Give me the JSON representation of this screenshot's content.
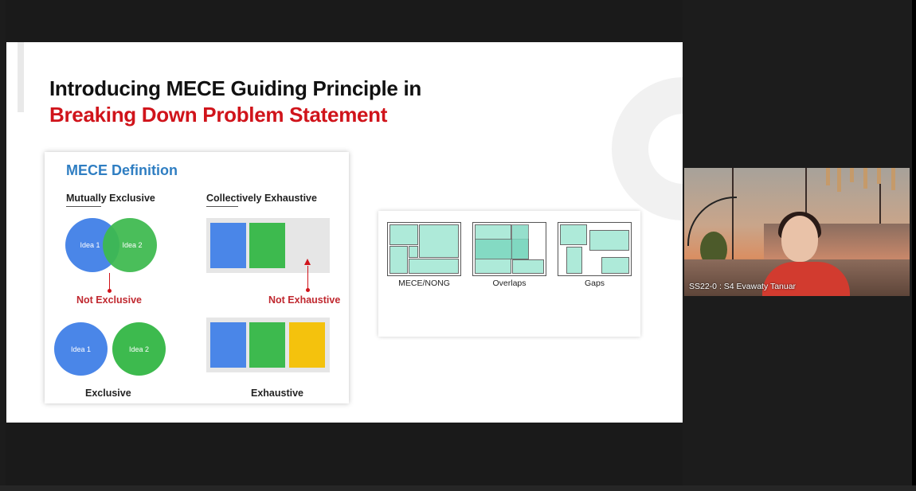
{
  "slide": {
    "title_line1": "Introducing MECE Guiding Principle in",
    "title_line2": "Breaking Down Problem Statement",
    "mece_card": {
      "heading": "MECE Definition",
      "col_left_heading": "Mutually Exclusive",
      "col_right_heading": "Collectively Exhaustive",
      "idea1": "Idea 1",
      "idea2": "Idea 2",
      "not_exclusive": "Not Exclusive",
      "not_exhaustive": "Not Exhaustive",
      "exclusive": "Exclusive",
      "exhaustive": "Exhaustive"
    },
    "diagram_card": {
      "labels": [
        "MECE/NONG",
        "Overlaps",
        "Gaps"
      ]
    }
  },
  "video": {
    "participant_name": "SS22-0 : S4 Evawaty Tanuar"
  },
  "colors": {
    "title_red": "#d0141b",
    "heading_blue": "#2f7ec2",
    "idea_blue": "#4a86e8",
    "idea_green": "#3dba4e",
    "yellow": "#f4c20d",
    "teal": "#aeead9"
  }
}
